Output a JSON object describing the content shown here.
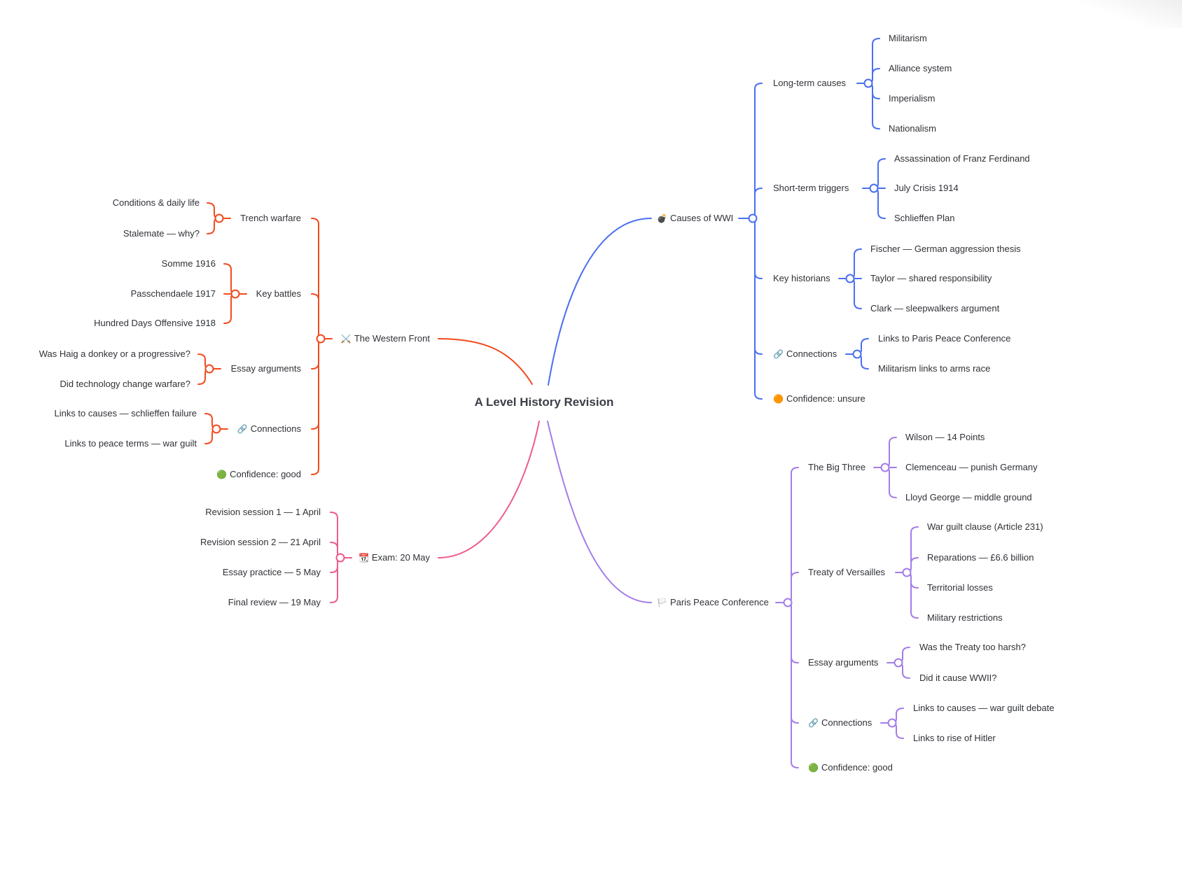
{
  "root": {
    "label": "A Level History Revision"
  },
  "colors": {
    "causes": "#4a6ff0",
    "western": "#f24a1e",
    "exam": "#ee5b8a",
    "paris": "#a37ce8"
  },
  "icons": {
    "causes": "bomb-icon",
    "western": "crossed-swords-icon",
    "exam": "calendar-icon",
    "paris": "white-flag-icon",
    "connections": "link-icon",
    "unsure": "orange-circle-icon",
    "good": "green-circle-icon"
  },
  "causes": {
    "label": "Causes of WWI",
    "long_term": {
      "label": "Long-term causes",
      "items": [
        "Militarism",
        "Alliance system",
        "Imperialism",
        "Nationalism"
      ]
    },
    "short_term": {
      "label": "Short-term triggers",
      "items": [
        "Assassination of Franz Ferdinand",
        "July Crisis 1914",
        "Schlieffen Plan"
      ]
    },
    "historians": {
      "label": "Key historians",
      "items": [
        "Fischer — German aggression thesis",
        "Taylor — shared responsibility",
        "Clark — sleepwalkers argument"
      ]
    },
    "connections": {
      "label": "Connections",
      "items": [
        "Links to Paris Peace Conference",
        "Militarism links to arms race"
      ]
    },
    "confidence": "Confidence: unsure"
  },
  "western": {
    "label": "The Western Front",
    "trench": {
      "label": "Trench warfare",
      "items": [
        "Conditions & daily life",
        "Stalemate — why?"
      ]
    },
    "battles": {
      "label": "Key battles",
      "items": [
        "Somme 1916",
        "Passchendaele 1917",
        "Hundred Days Offensive 1918"
      ]
    },
    "essay": {
      "label": "Essay arguments",
      "items": [
        "Was Haig a donkey or a progressive?",
        "Did technology change warfare?"
      ]
    },
    "connections": {
      "label": "Connections",
      "items": [
        "Links to causes — schlieffen failure",
        "Links to peace terms — war guilt"
      ]
    },
    "confidence": "Confidence: good"
  },
  "exam": {
    "label": "Exam: 20 May",
    "items": [
      "Revision session 1 — 1 April",
      "Revision session 2 — 21 April",
      "Essay practice — 5 May",
      "Final review — 19 May"
    ]
  },
  "paris": {
    "label": "Paris Peace Conference",
    "big_three": {
      "label": "The Big Three",
      "items": [
        "Wilson — 14 Points",
        "Clemenceau — punish Germany",
        "Lloyd George — middle ground"
      ]
    },
    "versailles": {
      "label": "Treaty of Versailles",
      "items": [
        "War guilt clause (Article 231)",
        "Reparations — £6.6 billion",
        "Territorial losses",
        "Military restrictions"
      ]
    },
    "essay": {
      "label": "Essay arguments",
      "items": [
        "Was the Treaty too harsh?",
        "Did it cause WWII?"
      ]
    },
    "connections": {
      "label": "Connections",
      "items": [
        "Links to causes — war guilt debate",
        "Links to rise of Hitler"
      ]
    },
    "confidence": "Confidence: good"
  }
}
